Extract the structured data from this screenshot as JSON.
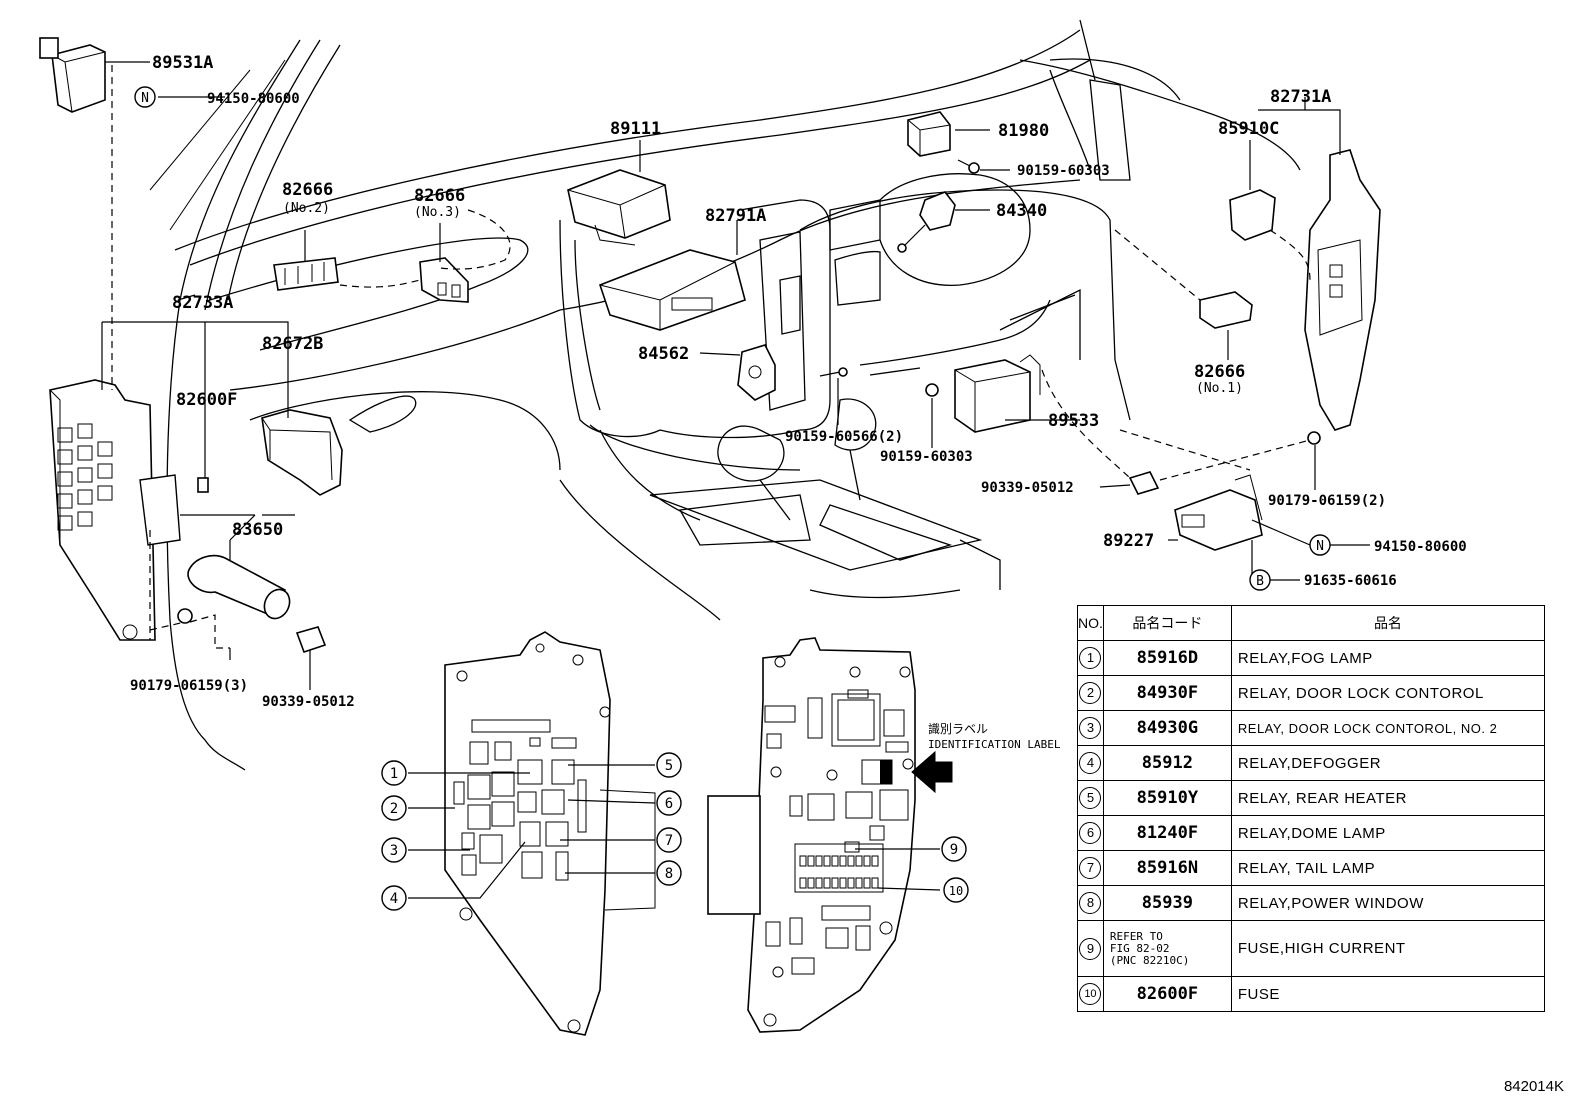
{
  "labels": {
    "p89531A": "89531A",
    "p94150_80600_top": "94150-80600",
    "p82666_no2": "82666",
    "p82666_no2_sub": "(No.2)",
    "p82666_no3": "82666",
    "p82666_no3_sub": "(No.3)",
    "p82733A": "82733A",
    "p82672B": "82672B",
    "p82600F": "82600F",
    "p83650": "83650",
    "p90179_06159_3": "90179-06159(3)",
    "p90339_05012_left": "90339-05012",
    "p89111": "89111",
    "p82791A": "82791A",
    "p84562": "84562",
    "p90159_60566": "90159-60566(2)",
    "p81980": "81980",
    "p90159_60303_top": "90159-60303",
    "p84340": "84340",
    "p89533": "89533",
    "p90159_60303_mid": "90159-60303",
    "p90339_05012_right": "90339-05012",
    "p82731A": "82731A",
    "p85910C": "85910C",
    "p82666_no1": "82666",
    "p82666_no1_sub": "(No.1)",
    "p90179_06159_2": "90179-06159(2)",
    "p89227": "89227",
    "p94150_80600_right": "94150-80600",
    "p91635_60616": "91635-60616",
    "id_label_jp": "識別ラベル",
    "id_label_en": "IDENTIFICATION LABEL",
    "callout_N": "N",
    "callout_B": "B"
  },
  "callouts": [
    "1",
    "2",
    "3",
    "4",
    "5",
    "6",
    "7",
    "8",
    "9",
    "10"
  ],
  "table": {
    "headers": {
      "no": "NO.",
      "code": "品名コード",
      "name": "品名"
    },
    "rows": [
      {
        "no": "1",
        "code": "85916D",
        "name": "RELAY,FOG LAMP"
      },
      {
        "no": "2",
        "code": "84930F",
        "name": "RELAY, DOOR LOCK CONTOROL"
      },
      {
        "no": "3",
        "code": "84930G",
        "name": "RELAY, DOOR LOCK CONTOROL, NO. 2"
      },
      {
        "no": "4",
        "code": "85912",
        "name": "RELAY,DEFOGGER"
      },
      {
        "no": "5",
        "code": "85910Y",
        "name": "RELAY, REAR HEATER"
      },
      {
        "no": "6",
        "code": "81240F",
        "name": "RELAY,DOME LAMP"
      },
      {
        "no": "7",
        "code": "85916N",
        "name": "RELAY, TAIL LAMP"
      },
      {
        "no": "8",
        "code": "85939",
        "name": "RELAY,POWER WINDOW"
      },
      {
        "no": "9",
        "code": "",
        "refer": [
          "REFER TO",
          "FIG 82-02",
          "(PNC 82210C)"
        ],
        "name": "FUSE,HIGH CURRENT"
      },
      {
        "no": "10",
        "code": "82600F",
        "name": "FUSE"
      }
    ]
  },
  "figure_id": "842014K"
}
